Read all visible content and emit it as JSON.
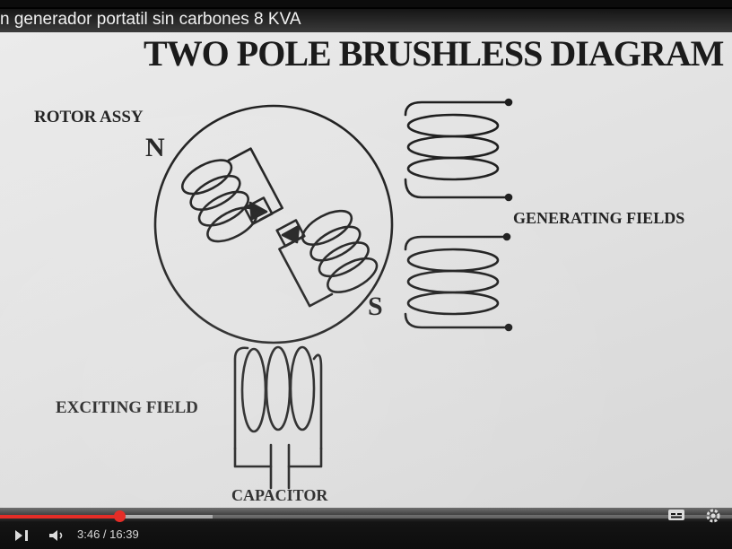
{
  "video": {
    "title": "n generador portatil sin carbones 8 KVA",
    "time_display": "3:46 / 16:39",
    "progress_fraction": 0.2262,
    "buffer_fraction": 0.29
  },
  "diagram": {
    "title": "TWO POLE  BRUSHLESS DIAGRAM",
    "labels": {
      "rotor": "ROTOR ASSY",
      "north": "N",
      "south": "S",
      "generating": "GENERATING FIELDS",
      "exciting": "EXCITING FIELD",
      "capacitor": "CAPACITOR"
    }
  },
  "colors": {
    "ink": "#1e1e1e",
    "progress": "#e52d27",
    "controls_text": "#dcdcdc"
  },
  "icons": {
    "play": "play-icon",
    "volume": "volume-icon",
    "captions": "captions-icon",
    "settings": "gear-icon"
  }
}
